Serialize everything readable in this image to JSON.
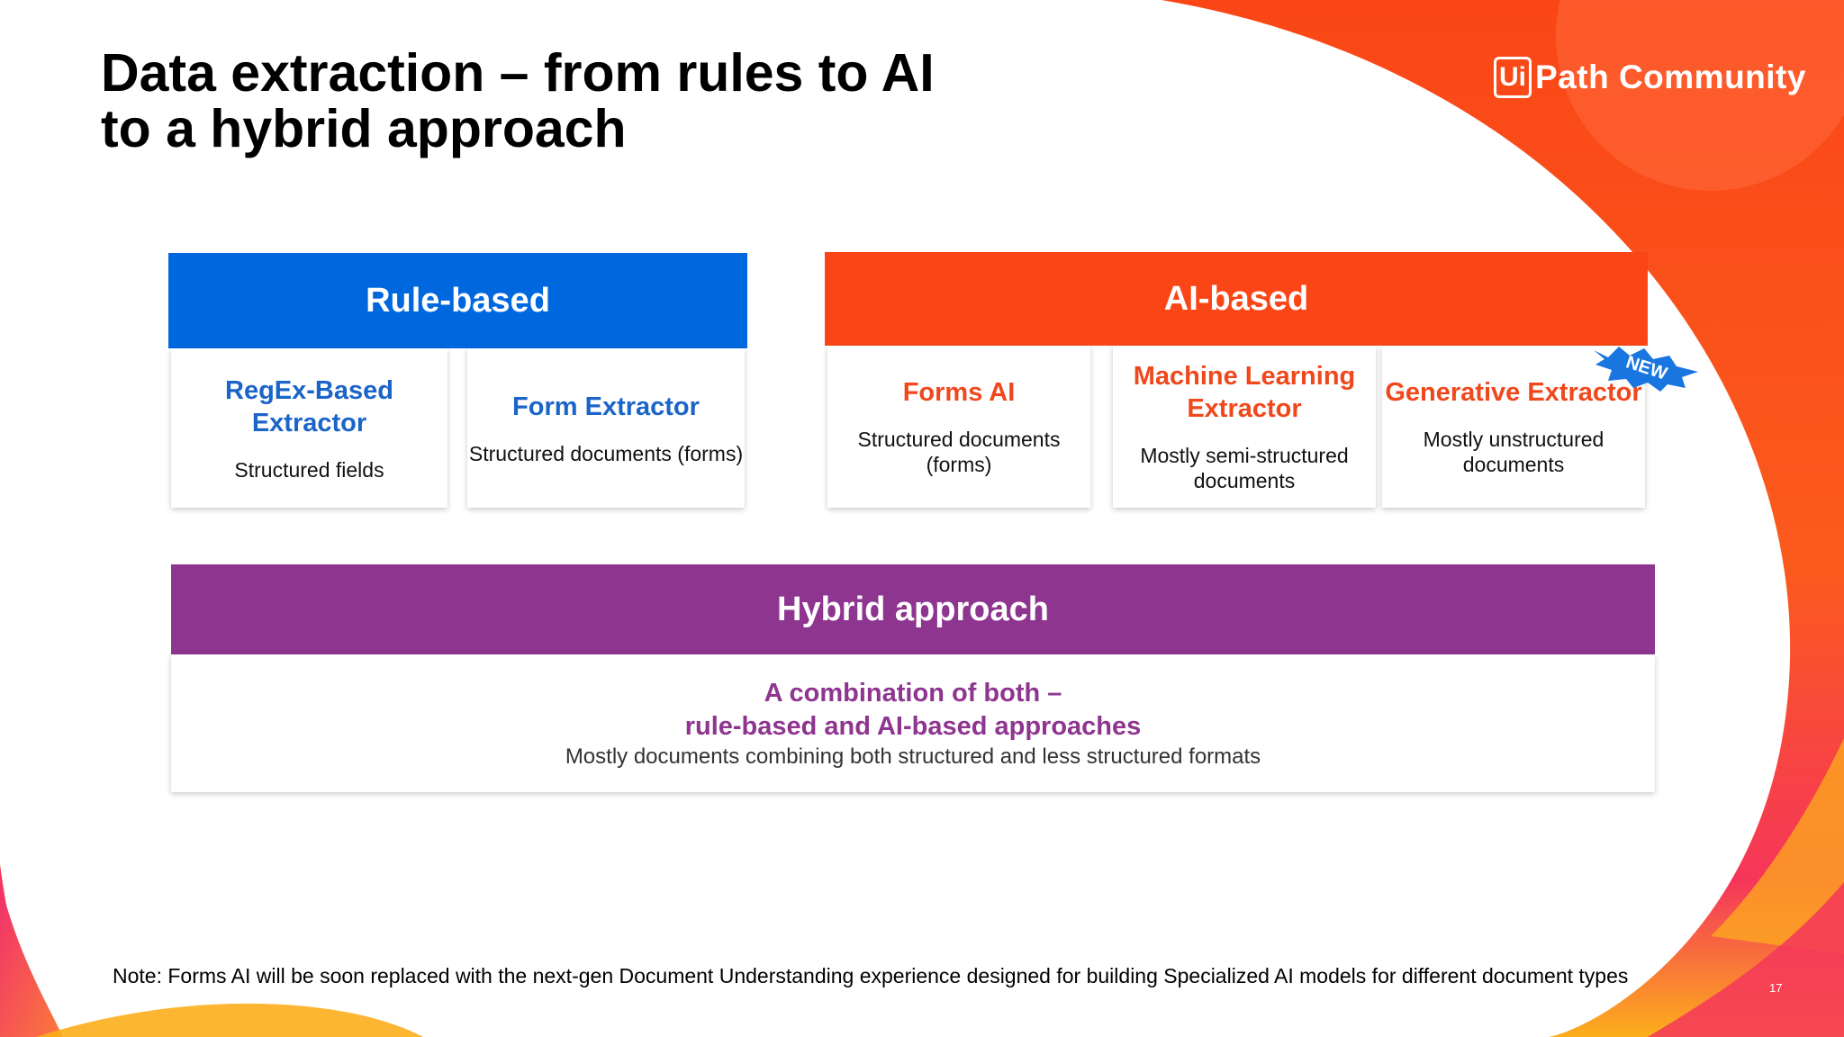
{
  "slide": {
    "title_line1": "Data extraction – from rules to AI",
    "title_line2": "to a hybrid approach",
    "logo": {
      "box": "Ui",
      "text": "Path Community"
    },
    "rule_based": {
      "label": "Rule-based",
      "items": [
        {
          "title": "RegEx-Based Extractor",
          "desc": "Structured fields"
        },
        {
          "title": "Form Extractor",
          "desc": "Structured documents (forms)"
        }
      ]
    },
    "ai_based": {
      "label": "AI-based",
      "items": [
        {
          "title": "Forms AI",
          "desc": "Structured documents (forms)"
        },
        {
          "title": "Machine Learning Extractor",
          "desc": "Mostly semi-structured documents"
        },
        {
          "title": "Generative Extractor",
          "desc": "Mostly unstructured documents"
        }
      ],
      "new_badge": "NEW"
    },
    "hybrid": {
      "label": "Hybrid approach",
      "title_line1": "A combination of both –",
      "title_line2": "rule-based and AI-based approaches",
      "desc": "Mostly documents combining both structured and less structured formats"
    },
    "note": "Note: Forms AI will be soon replaced with the next-gen Document Understanding experience designed for building Specialized AI models for different document types",
    "page_number": "17"
  },
  "colors": {
    "rule_blue": "#0068de",
    "ai_orange": "#fa4616",
    "hybrid_purple": "#8e3590",
    "rule_text_blue": "#1b64c8",
    "ai_text_orange": "#f0481c"
  }
}
